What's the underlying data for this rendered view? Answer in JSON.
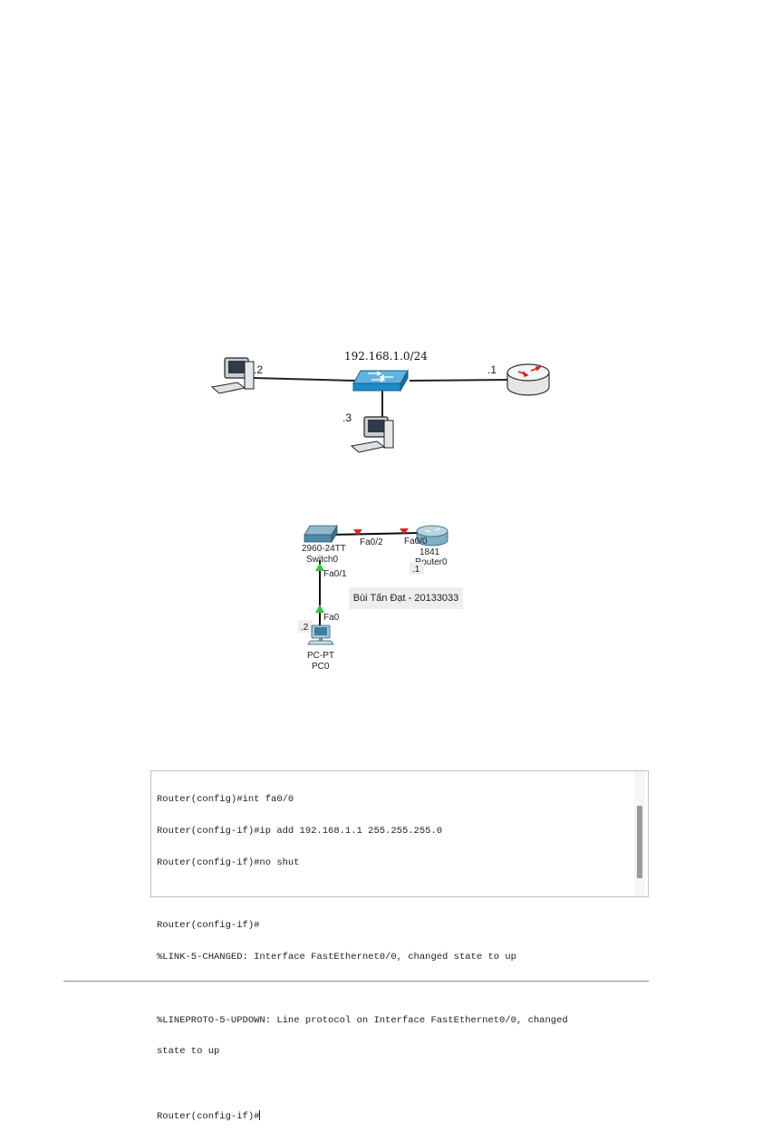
{
  "topology": {
    "network_label": "192.168.1.0/24",
    "pc_left_ip": ".2",
    "pc_bottom_ip": ".3",
    "router_ip": ".1"
  },
  "packet_tracer": {
    "switch_model": "2960-24TT",
    "switch_name": "Switch0",
    "switch_port_router": "Fa0/2",
    "switch_port_pc": "Fa0/1",
    "router_port": "Fa0/0",
    "router_model": "1841",
    "router_name": "Router0",
    "router_ip": ".1",
    "pc_port": "Fa0",
    "pc_ip": ".2",
    "pc_model": "PC-PT",
    "pc_name": "PC0",
    "author": "Bùi Tấn Đạt - 20133033",
    "link_ok_color": "#33c43a",
    "link_down_color": "#d62828"
  },
  "terminal": {
    "lines": [
      "Router(config)#int fa0/0",
      "Router(config-if)#ip add 192.168.1.1 255.255.255.0",
      "Router(config-if)#no shut",
      "",
      "Router(config-if)#",
      "%LINK-5-CHANGED: Interface FastEthernet0/0, changed state to up",
      "",
      "%LINEPROTO-5-UPDOWN: Line protocol on Interface FastEthernet0/0, changed",
      "state to up",
      "",
      "Router(config-if)#"
    ]
  }
}
